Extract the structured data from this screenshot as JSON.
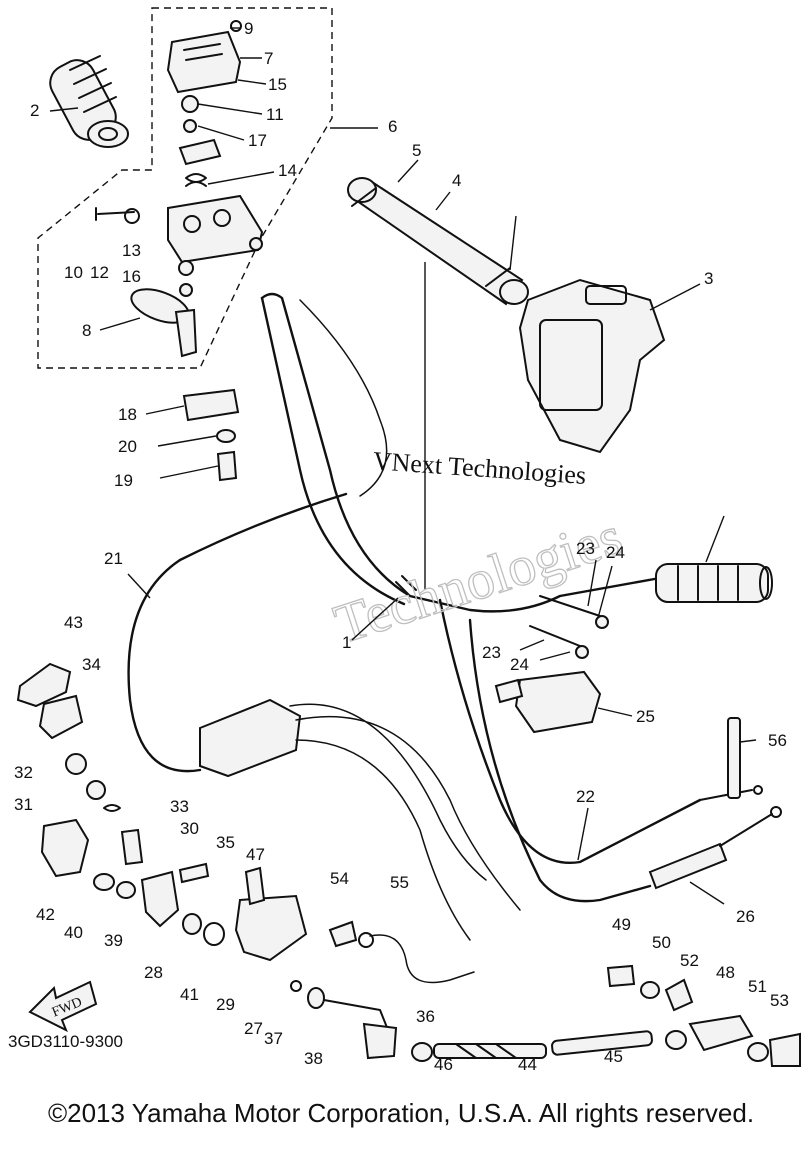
{
  "diagram": {
    "watermark_line1": "VNext Technologies",
    "watermark_line2": "Technologies",
    "drawing_number": "3GD3110-9300",
    "fwd_label": "FWD",
    "callouts": [
      "1",
      "2",
      "3",
      "4",
      "5",
      "6",
      "7",
      "8",
      "9",
      "10",
      "11",
      "12",
      "13",
      "14",
      "15",
      "16",
      "17",
      "18",
      "19",
      "20",
      "21",
      "22",
      "23",
      "24",
      "25",
      "26",
      "27",
      "28",
      "29",
      "30",
      "31",
      "32",
      "33",
      "34",
      "35",
      "36",
      "37",
      "38",
      "39",
      "40",
      "41",
      "42",
      "43",
      "44",
      "45",
      "46",
      "47",
      "48",
      "49",
      "50",
      "51",
      "52",
      "53",
      "54",
      "55",
      "56"
    ]
  },
  "footer": {
    "copyright": "©2013 Yamaha Motor Corporation, U.S.A. All rights reserved."
  }
}
